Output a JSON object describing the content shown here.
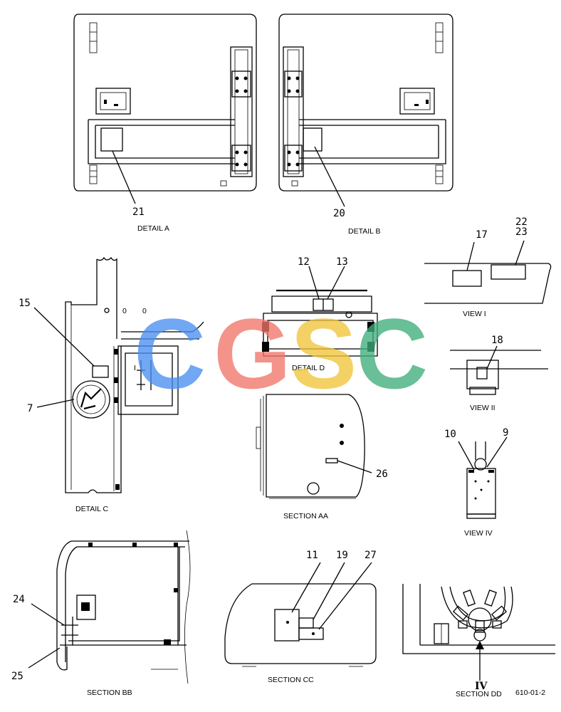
{
  "views": {
    "detail_a": {
      "label": "DETAIL A",
      "callouts": [
        "21"
      ]
    },
    "detail_b": {
      "label": "DETAIL B",
      "callouts": [
        "20"
      ]
    },
    "view_i": {
      "label": "VIEW I",
      "callouts": [
        "17",
        "22",
        "23"
      ]
    },
    "detail_c": {
      "label": "DETAIL C",
      "callouts": [
        "15",
        "7"
      ]
    },
    "detail_d": {
      "label": "DETAIL D",
      "callouts": [
        "12",
        "13"
      ]
    },
    "view_ii": {
      "label": "VIEW II",
      "callouts": [
        "18"
      ]
    },
    "section_aa": {
      "label": "SECTION AA",
      "callouts": [
        "26"
      ]
    },
    "view_iv": {
      "label": "VIEW IV",
      "callouts": [
        "10",
        "9"
      ]
    },
    "section_bb": {
      "label": "SECTION BB",
      "callouts": [
        "24",
        "25"
      ]
    },
    "section_cc": {
      "label": "SECTION CC",
      "callouts": [
        "11",
        "19",
        "27"
      ]
    },
    "section_dd": {
      "label": "SECTION DD",
      "arrow_marker": "IV"
    }
  },
  "drawing_number": "610-01-2",
  "watermark": {
    "letters": [
      "C",
      "G",
      "S",
      "C"
    ],
    "colors": [
      "#4a8ff0",
      "#f0756a",
      "#f2c53a",
      "#3fae7a"
    ]
  }
}
